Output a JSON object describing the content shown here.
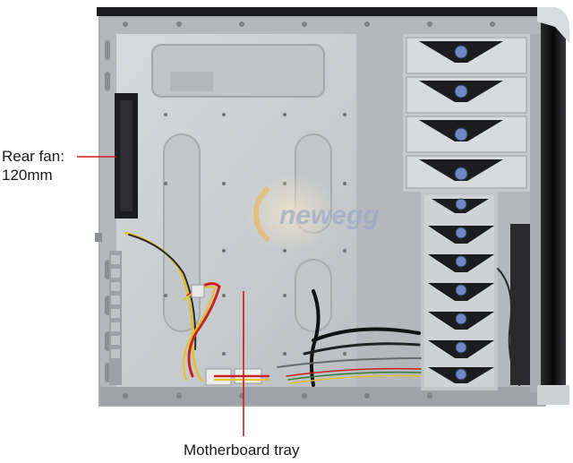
{
  "annotations": {
    "rear_fan": {
      "line1": "Rear fan:",
      "line2": "120mm"
    },
    "motherboard_tray": "Motherboard tray"
  },
  "watermark": "newegg",
  "colors": {
    "leader_line": "#d11a1a",
    "panel_face": "#c9cdd1",
    "frame": "#aeb2b6",
    "cage_bracket": "#1c1c1e",
    "latch_blue": "#6f88c4",
    "wire_red": "#c8231d",
    "wire_yellow": "#e2c227",
    "bezel_black": "#121212"
  },
  "components": [
    "chassis-frame",
    "side-panel-tray",
    "rear-fan-120mm",
    "drive-cage-5-25",
    "drive-cage-3-5",
    "cable-bundle",
    "front-bezel"
  ]
}
